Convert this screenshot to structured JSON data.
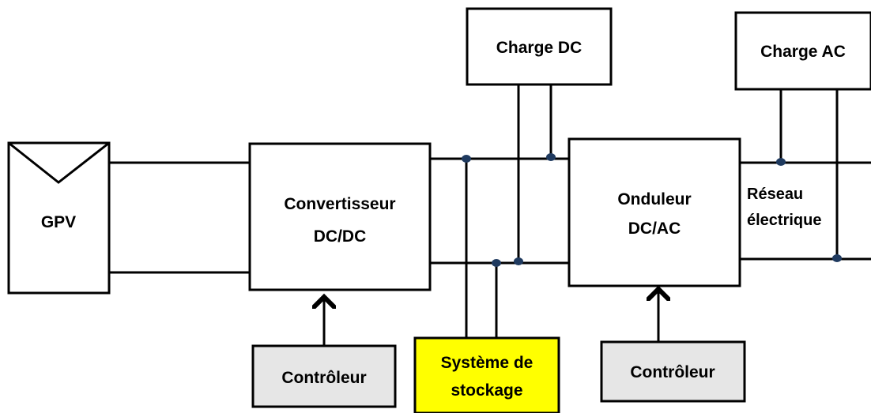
{
  "blocks": {
    "gpv": {
      "label": "GPV"
    },
    "dcdc": {
      "line1": "Convertisseur",
      "line2": "DC/DC"
    },
    "inverter": {
      "line1": "Onduleur",
      "line2": "DC/AC"
    },
    "charge_dc": {
      "label": "Charge DC"
    },
    "charge_ac": {
      "label": "Charge AC"
    },
    "storage": {
      "line1": "Système de",
      "line2": "stockage",
      "fill": "#ffff00"
    },
    "controller_left": {
      "label": "Contrôleur",
      "fill": "#e6e6e6"
    },
    "controller_right": {
      "label": "Contrôleur",
      "fill": "#e6e6e6"
    }
  },
  "grid": {
    "line1": "Réseau",
    "line2": "électrique"
  },
  "colors": {
    "junction_dot": "#1f3a5f",
    "stroke": "#000000"
  }
}
